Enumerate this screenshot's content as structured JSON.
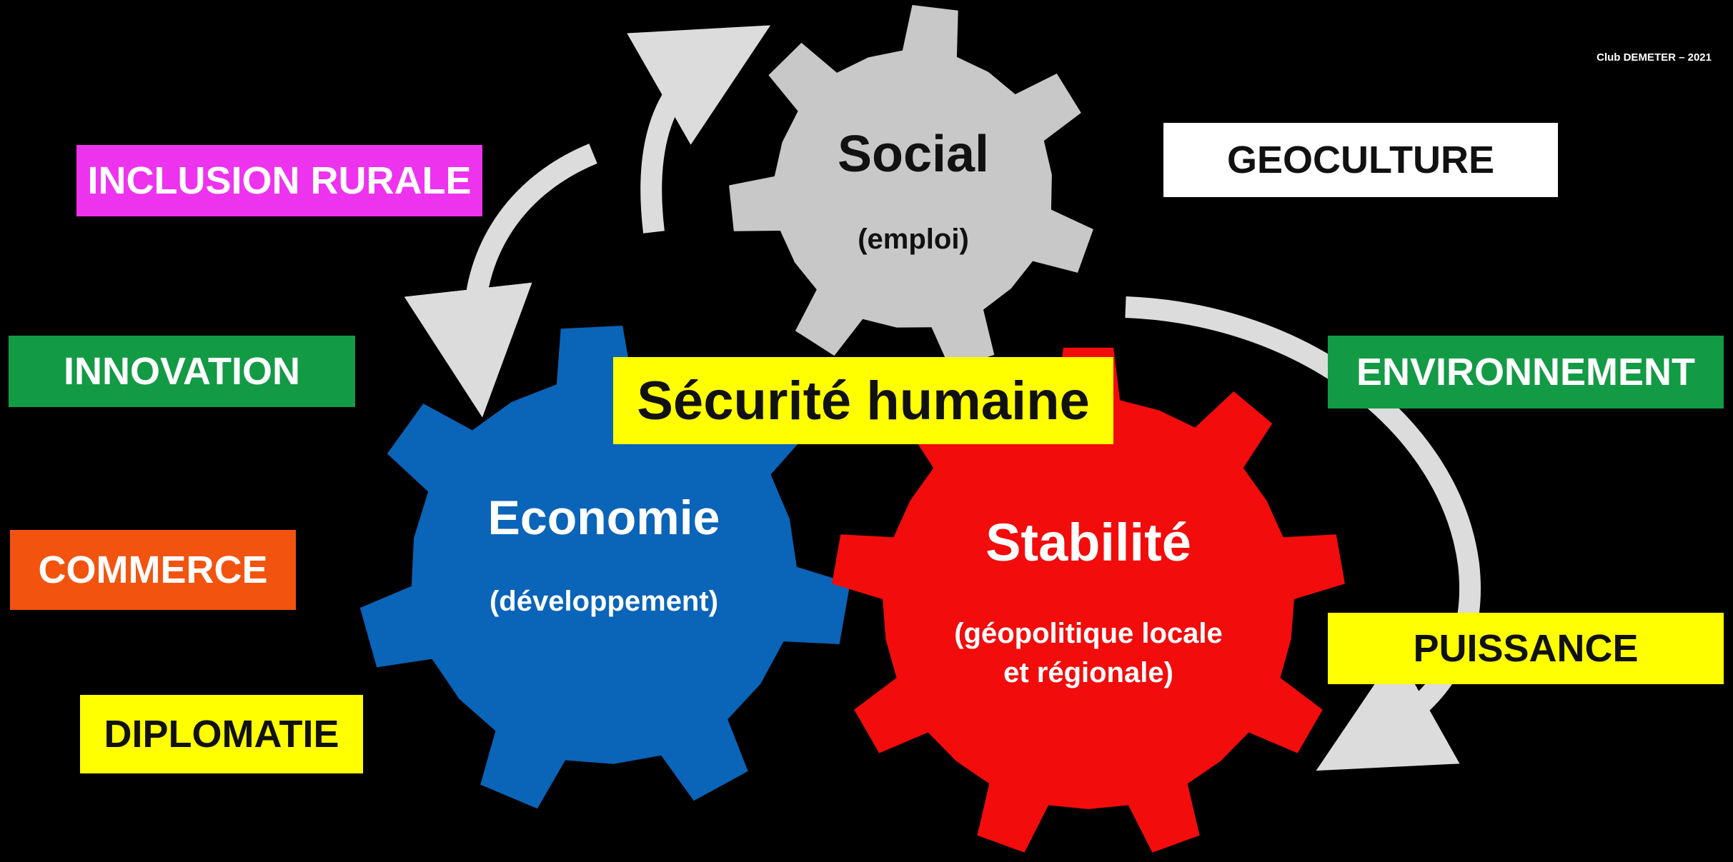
{
  "credit": "Club DEMETER – 2021",
  "center_label": "Sécurité humaine",
  "gears": {
    "social": {
      "title": "Social",
      "subtitle": "(emploi)",
      "color": "#c8c8c8",
      "text_color": "#111111"
    },
    "economie": {
      "title": "Economie",
      "subtitle": "(développement)",
      "color": "#0a64b8",
      "text_color": "#ffffff"
    },
    "stabilite": {
      "title": "Stabilité",
      "subtitle_line1": "(géopolitique locale",
      "subtitle_line2": "et régionale)",
      "color": "#f20c0c",
      "text_color": "#ffffff"
    }
  },
  "labels": {
    "inclusion_rurale": {
      "text": "INCLUSION RURALE",
      "color": "#ee33ee",
      "text_color": "#ffffff"
    },
    "innovation": {
      "text": "INNOVATION",
      "color": "#139a45",
      "text_color": "#ffffff"
    },
    "commerce": {
      "text": "COMMERCE",
      "color": "#f2540f",
      "text_color": "#ffffff"
    },
    "diplomatie": {
      "text": "DIPLOMATIE",
      "color": "#ffff00",
      "text_color": "#111111"
    },
    "geoculture": {
      "text": "GEOCULTURE",
      "color": "#ffffff",
      "text_color": "#111111"
    },
    "environnement": {
      "text": "ENVIRONNEMENT",
      "color": "#139a45",
      "text_color": "#ffffff"
    },
    "puissance": {
      "text": "PUISSANCE",
      "color": "#ffff00",
      "text_color": "#111111"
    }
  },
  "colors": {
    "background": "#000000",
    "arrow": "#dcdcdc",
    "center_label_bg": "#ffff00"
  }
}
